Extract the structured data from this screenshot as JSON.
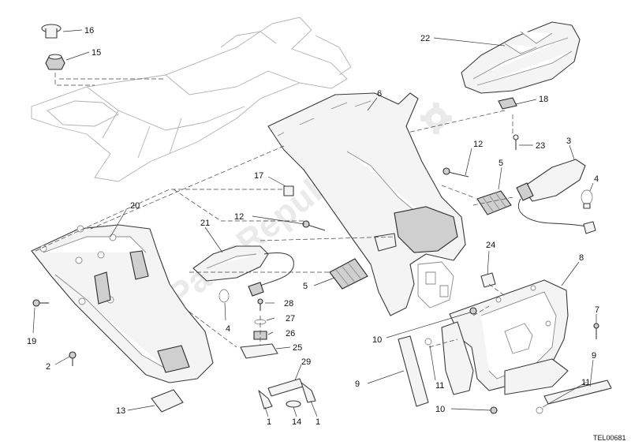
{
  "watermark": {
    "text": "PartsRepublik"
  },
  "reference_code": "TEL00681",
  "callouts": {
    "c16": "16",
    "c15": "15",
    "c22": "22",
    "c6": "6",
    "c18": "18",
    "c23": "23",
    "c3": "3",
    "c12a": "12",
    "c5a": "5",
    "c4a": "4",
    "c17": "17",
    "c20": "20",
    "c12b": "12",
    "c21": "21",
    "c24": "24",
    "c8": "8",
    "c5b": "5",
    "c28": "28",
    "c27": "27",
    "c26": "26",
    "c25": "25",
    "c29": "29",
    "c7": "7",
    "c19": "19",
    "c4b": "4",
    "c2": "2",
    "c10a": "10",
    "c9a": "9",
    "c11a": "11",
    "c9b": "9",
    "c11b": "11",
    "c10b": "10",
    "c13": "13",
    "c1a": "1",
    "c14": "14",
    "c1b": "1"
  }
}
